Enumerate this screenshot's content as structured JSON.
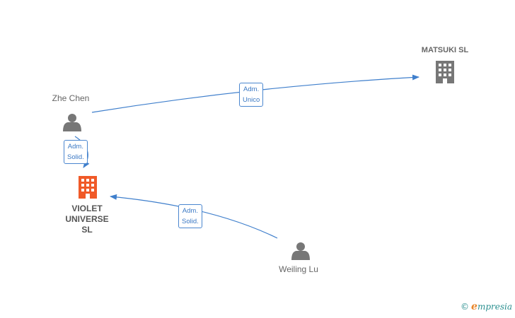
{
  "nodes": {
    "zhe_chen": {
      "label": "Zhe Chen",
      "type": "person"
    },
    "matsuki": {
      "label": "MATSUKI  SL",
      "type": "company"
    },
    "violet": {
      "label_lines": [
        "VIOLET",
        "UNIVERSE",
        "SL"
      ],
      "type": "company",
      "highlighted": true
    },
    "weiling_lu": {
      "label": "Weiling Lu",
      "type": "person"
    }
  },
  "edges": [
    {
      "id": "e1",
      "from": "zhe_chen",
      "to": "matsuki",
      "lines": [
        "Adm.",
        "Unico"
      ]
    },
    {
      "id": "e2",
      "from": "zhe_chen",
      "to": "violet",
      "lines": [
        "Adm.",
        "Solid."
      ]
    },
    {
      "id": "e3",
      "from": "weiling_lu",
      "to": "violet",
      "lines": [
        "Adm.",
        "Solid."
      ]
    }
  ],
  "colors": {
    "edge": "#3f7fcc",
    "person_icon": "#777777",
    "company_icon": "#777777",
    "highlight_company_icon": "#f05a28"
  },
  "icons": {
    "person": "person-icon",
    "company": "building-icon"
  },
  "brand": {
    "symbol": "©",
    "initial": "e",
    "rest": "mpresia"
  }
}
